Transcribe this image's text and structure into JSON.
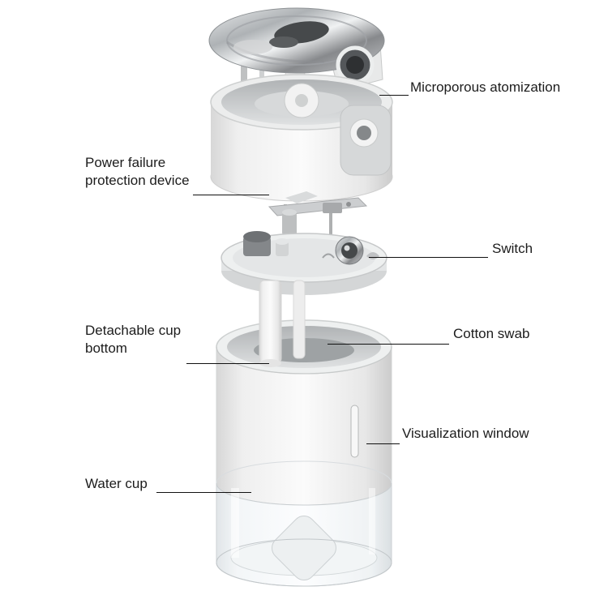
{
  "labels": {
    "microporous_atomization": "Microporous atomization",
    "power_failure_protection": "Power failure protection device",
    "switch": "Switch",
    "detachable_cup_bottom": "Detachable cup bottom",
    "cotton_swab": "Cotton swab",
    "visualization_window": "Visualization window",
    "water_cup": "Water cup"
  },
  "colors": {
    "background": "#ffffff",
    "label_text": "#1c1c1c",
    "leader_line": "#111111",
    "product_white": "#f5f5f5",
    "product_gray": "#c9cccd",
    "chrome_metal": "#b7babd",
    "glass_tint": "#eef2f4"
  }
}
